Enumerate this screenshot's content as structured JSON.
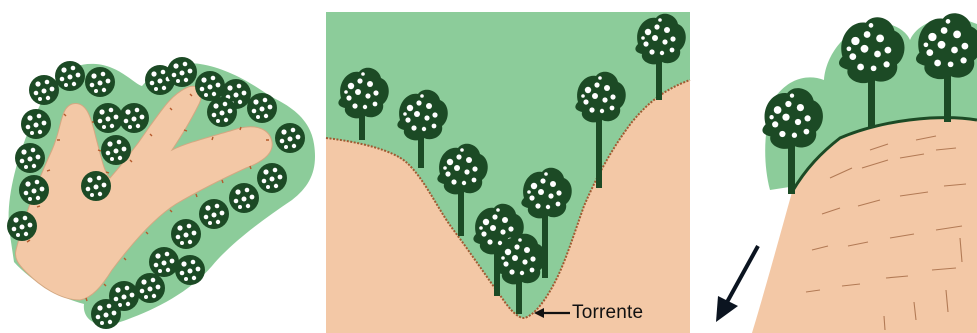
{
  "panels": [
    {
      "id": "plan-view"
    },
    {
      "id": "valley-section"
    },
    {
      "id": "slope-section"
    }
  ],
  "labels": {
    "torrente": "Torrente"
  },
  "colors": {
    "vegetation": "#8ccc9a",
    "soil": "#f3c8a6",
    "tree_dark": "#1c4a25",
    "tree_light": "#ffffff",
    "erosion_arrow": "#0b1420"
  }
}
